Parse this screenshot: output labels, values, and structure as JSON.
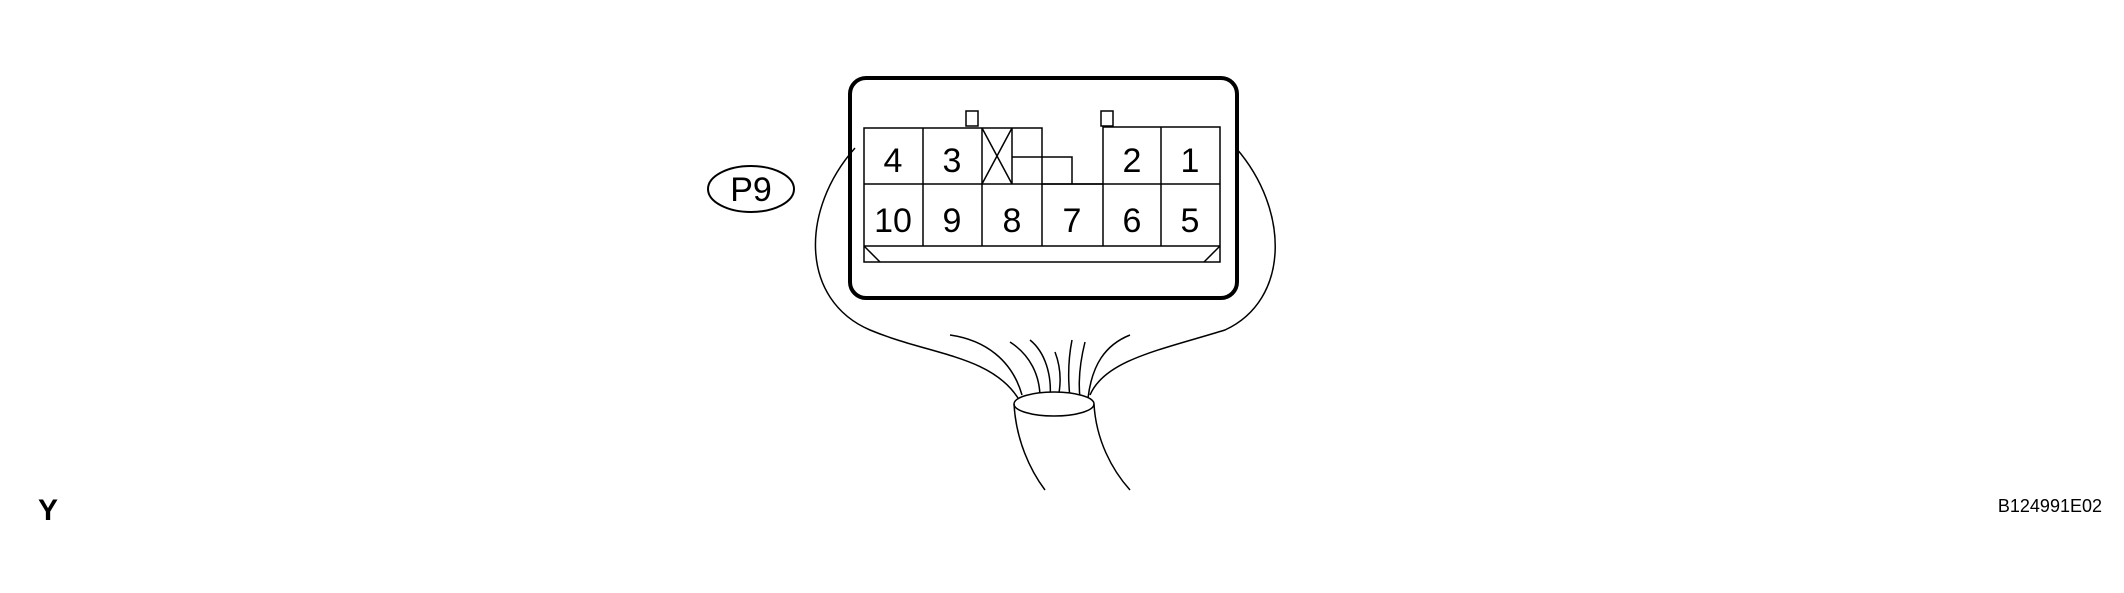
{
  "connector": {
    "label": "P9",
    "wire_color": "Y",
    "pins_top_row": [
      "4",
      "3",
      "",
      "",
      "2",
      "1"
    ],
    "pins_bottom_row": [
      "10",
      "9",
      "8",
      "7",
      "6",
      "5"
    ],
    "empty_cavity_marked": true
  },
  "figure_id": "B124991E02"
}
